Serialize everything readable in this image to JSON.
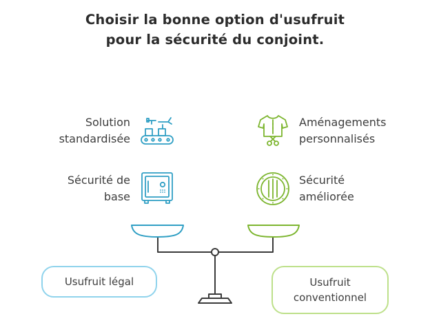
{
  "title": {
    "line1": "Choisir la bonne option d'usufruit",
    "line2": "pour la sécurité du conjoint."
  },
  "left": {
    "items": [
      {
        "line1": "Solution",
        "line2": "standardisée",
        "icon": "conveyor-belt-icon"
      },
      {
        "line1": "Sécurité de",
        "line2": "base",
        "icon": "safe-icon"
      }
    ],
    "option": {
      "line1": "Usufruit légal"
    }
  },
  "right": {
    "items": [
      {
        "line1": "Aménagements",
        "line2": "personnalisés",
        "icon": "tailored-shirt-scissors-icon"
      },
      {
        "line1": "Sécurité",
        "line2": "améliorée",
        "icon": "vault-door-icon"
      }
    ],
    "option": {
      "line1": "Usufruit",
      "line2": "conventionnel"
    }
  },
  "colors": {
    "left_accent": "#8fd3ec",
    "right_accent": "#bde08a",
    "left_icon": "#2f9fc4",
    "right_icon": "#7cb52e",
    "scale_stroke": "#3a3a3a"
  }
}
